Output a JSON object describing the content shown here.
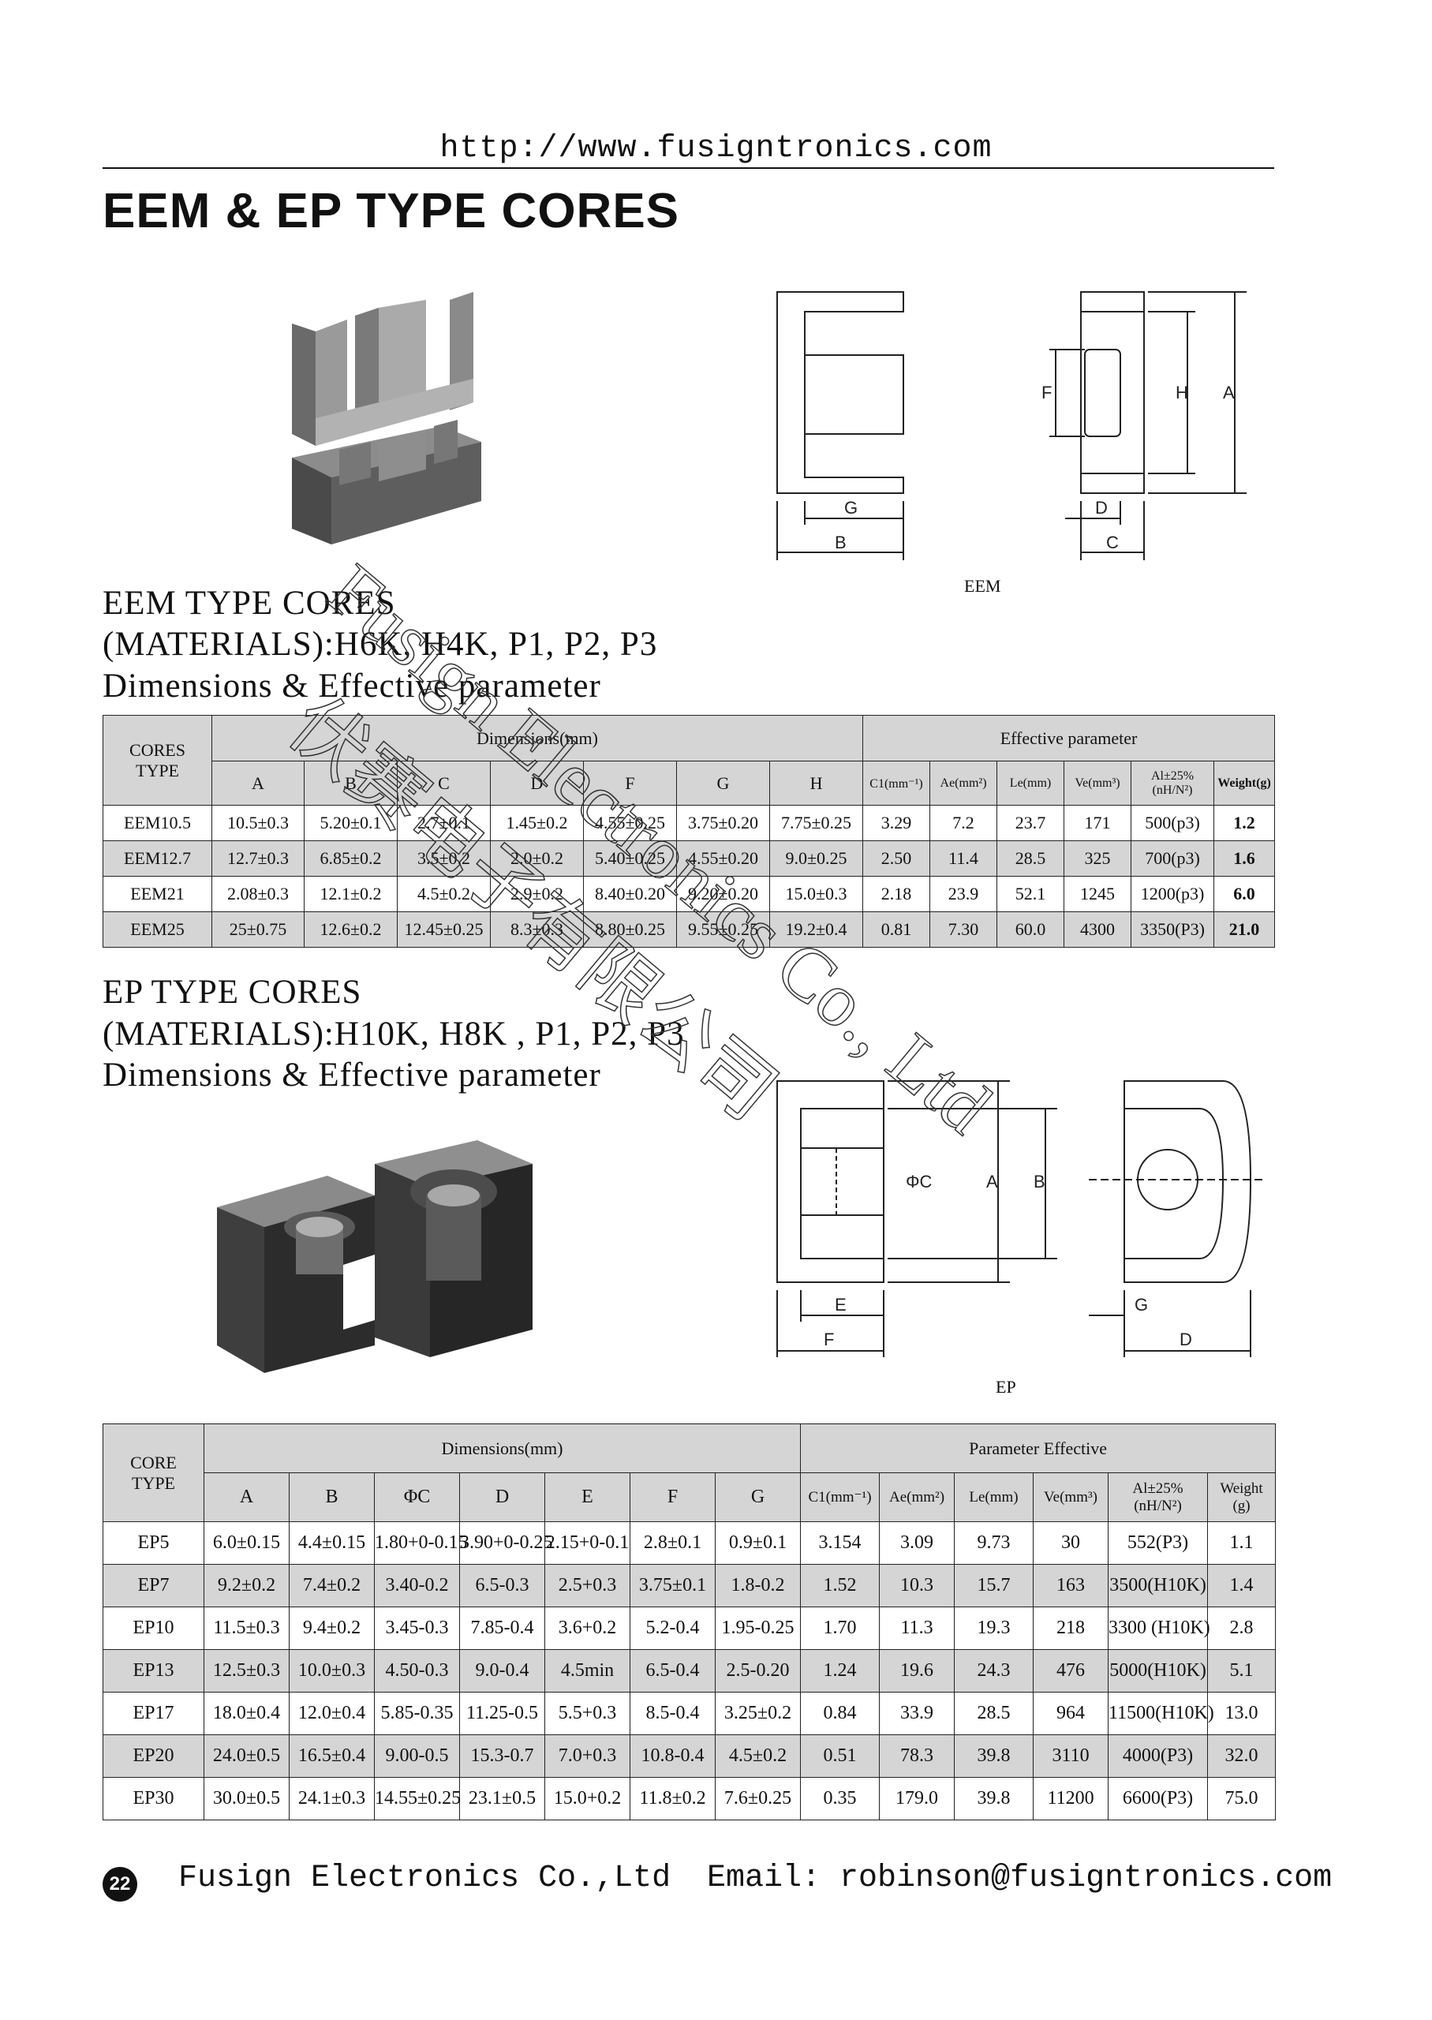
{
  "header": {
    "url": "http://www.fusigntronics.com"
  },
  "title": "EEM & EP  TYPE  CORES",
  "eem": {
    "heading": "EEM  TYPE  CORES",
    "materials": "(MATERIALS):H6K, H4K, P1, P2, P3",
    "params_title": "Dimensions & Effective  parameter",
    "diagram_caption": "EEM",
    "diagram_labels": [
      "G",
      "B",
      "F",
      "H",
      "A",
      "D",
      "C"
    ],
    "table": {
      "type_header": [
        "CORES",
        "TYPE"
      ],
      "dim_group": "Dimensions(mm)",
      "eff_group": "Effective     parameter",
      "columns": [
        "A",
        "B",
        "C",
        "D",
        "F",
        "G",
        "H",
        "C1(mm⁻¹)",
        "Ae(mm²)",
        "Le(mm)",
        "Ve(mm³)",
        "Al±25%",
        "(nH/N²)",
        "Weight(g)"
      ],
      "rows": [
        [
          "EEM10.5",
          "10.5±0.3",
          "5.20±0.1",
          "2.7±0.1",
          "1.45±0.2",
          "4.55±0.25",
          "3.75±0.20",
          "7.75±0.25",
          "3.29",
          "7.2",
          "23.7",
          "171",
          "500(p3)",
          "1.2"
        ],
        [
          "EEM12.7",
          "12.7±0.3",
          "6.85±0.2",
          "3.5±0.2",
          "2.0±0.2",
          "5.40±0.25",
          "4.55±0.20",
          "9.0±0.25",
          "2.50",
          "11.4",
          "28.5",
          "325",
          "700(p3)",
          "1.6"
        ],
        [
          "EEM21",
          "2.08±0.3",
          "12.1±0.2",
          "4.5±0.2",
          "2.9±0.2",
          "8.40±0.20",
          "9.20±0.20",
          "15.0±0.3",
          "2.18",
          "23.9",
          "52.1",
          "1245",
          "1200(p3)",
          "6.0"
        ],
        [
          "EEM25",
          "25±0.75",
          "12.6±0.2",
          "12.45±0.25",
          "8.3±0.3",
          "8.80±0.25",
          "9.55±0.25",
          "19.2±0.4",
          "0.81",
          "7.30",
          "60.0",
          "4300",
          "3350(P3)",
          "21.0"
        ]
      ]
    }
  },
  "ep": {
    "heading": "EP  TYPE  CORES",
    "materials": "(MATERIALS):H10K, H8K , P1, P2, P3",
    "params_title": "Dimensions & Effective  parameter",
    "diagram_caption": "EP",
    "diagram_labels": [
      "ΦC",
      "A",
      "B",
      "E",
      "F",
      "G",
      "D"
    ],
    "table": {
      "type_header": [
        "CORE",
        "TYPE"
      ],
      "dim_group": "Dimensions(mm)",
      "eff_group": "Parameter  Effective",
      "columns": [
        "A",
        "B",
        "ΦC",
        "D",
        "E",
        "F",
        "G",
        "C1(mm⁻¹)",
        "Ae(mm²)",
        "Le(mm)",
        "Ve(mm³)",
        "Al±25%",
        "(nH/N²)",
        "Weight",
        "(g)"
      ],
      "rows": [
        [
          "EP5",
          "6.0±0.15",
          "4.4±0.15",
          "1.80+0-0.15",
          "3.90+0-0.25",
          "2.15+0-0.1",
          "2.8±0.1",
          "0.9±0.1",
          "3.154",
          "3.09",
          "9.73",
          "30",
          "552(P3)",
          "1.1"
        ],
        [
          "EP7",
          "9.2±0.2",
          "7.4±0.2",
          "3.40-0.2",
          "6.5-0.3",
          "2.5+0.3",
          "3.75±0.1",
          "1.8-0.2",
          "1.52",
          "10.3",
          "15.7",
          "163",
          "3500(H10K)",
          "1.4"
        ],
        [
          "EP10",
          "11.5±0.3",
          "9.4±0.2",
          "3.45-0.3",
          "7.85-0.4",
          "3.6+0.2",
          "5.2-0.4",
          "1.95-0.25",
          "1.70",
          "11.3",
          "19.3",
          "218",
          "3300 (H10K)",
          "2.8"
        ],
        [
          "EP13",
          "12.5±0.3",
          "10.0±0.3",
          "4.50-0.3",
          "9.0-0.4",
          "4.5min",
          "6.5-0.4",
          "2.5-0.20",
          "1.24",
          "19.6",
          "24.3",
          "476",
          "5000(H10K)",
          "5.1"
        ],
        [
          "EP17",
          "18.0±0.4",
          "12.0±0.4",
          "5.85-0.35",
          "11.25-0.5",
          "5.5+0.3",
          "8.5-0.4",
          "3.25±0.2",
          "0.84",
          "33.9",
          "28.5",
          "964",
          "11500(H10K)",
          "13.0"
        ],
        [
          "EP20",
          "24.0±0.5",
          "16.5±0.4",
          "9.00-0.5",
          "15.3-0.7",
          "7.0+0.3",
          "10.8-0.4",
          "4.5±0.2",
          "0.51",
          "78.3",
          "39.8",
          "3110",
          "4000(P3)",
          "32.0"
        ],
        [
          "EP30",
          "30.0±0.5",
          "24.1±0.3",
          "14.55±0.25",
          "23.1±0.5",
          "15.0+0.2",
          "11.8±0.2",
          "7.6±0.25",
          "0.35",
          "179.0",
          "39.8",
          "11200",
          "6600(P3)",
          "75.0"
        ]
      ]
    }
  },
  "watermark": {
    "line1": "Fusign Electronics Co., Ltd",
    "line2": "伏赛电子有限公司"
  },
  "footer": {
    "page": "22",
    "company": "Fusign Electronics Co.,Ltd",
    "email": "Email: robinson@fusigntronics.com"
  }
}
